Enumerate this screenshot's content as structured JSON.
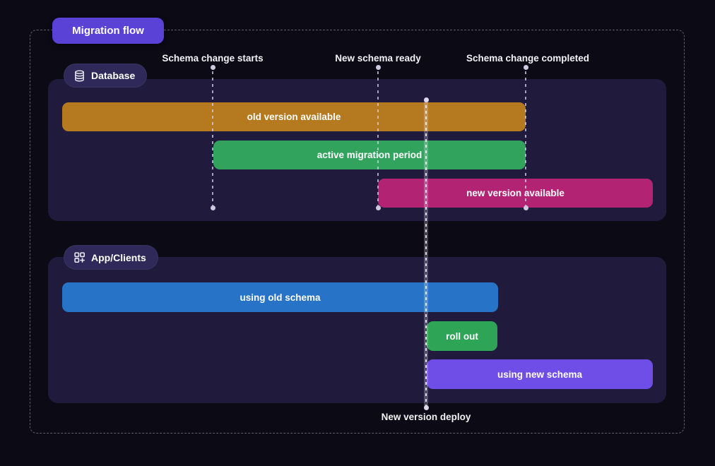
{
  "title_badge": {
    "label": "Migration flow",
    "color": "#5b42d6"
  },
  "milestones": [
    {
      "label": "Schema change starts"
    },
    {
      "label": "New schema ready"
    },
    {
      "label": "Schema change completed"
    }
  ],
  "deploy_marker": {
    "label": "New version deploy"
  },
  "sections": [
    {
      "label": "Database",
      "icon": "database-icon",
      "bars": [
        {
          "label": "old version available",
          "color": "#b5791f"
        },
        {
          "label": "active migration period",
          "color": "#31a35c"
        },
        {
          "label": "new version available",
          "color": "#b32374"
        }
      ]
    },
    {
      "label": "App/Clients",
      "icon": "grid-plus-icon",
      "bars": [
        {
          "label": "using old schema",
          "color": "#2673c7"
        },
        {
          "label": "roll out",
          "color": "#2da456"
        },
        {
          "label": "using new schema",
          "color": "#6f4ee8"
        }
      ]
    }
  ],
  "colors": {
    "background": "#0c0a14",
    "panel": "#201b3c",
    "pill": "#2f2959",
    "guide_line": "#cfc9e0",
    "frame_border": "#605c72"
  }
}
